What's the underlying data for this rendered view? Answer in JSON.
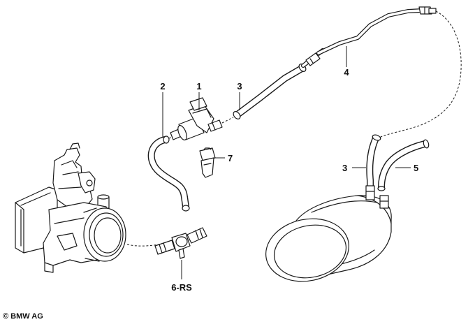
{
  "callouts": {
    "c1": "1",
    "c2": "2",
    "c3_top": "3",
    "c4": "4",
    "c7": "7",
    "c3_right": "3",
    "c5": "5",
    "c6": "6-RS"
  },
  "copyright": "© BMW AG",
  "colors": {
    "ink": "#1a1a1a",
    "background": "#ffffff"
  }
}
